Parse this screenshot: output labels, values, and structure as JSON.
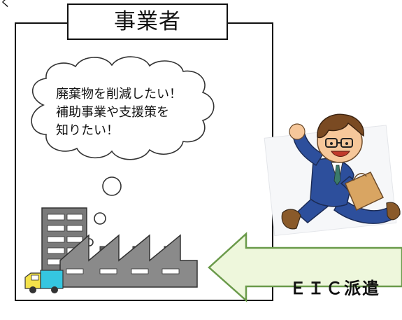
{
  "business": {
    "title": "事業者",
    "thought_lines": [
      "廃棄物を削減したい！",
      "補助事業や支援策を",
      "知りたい！"
    ]
  },
  "dispatch": {
    "label": "ＥＩＣ派遣"
  },
  "corner_mark": "く",
  "colors": {
    "arrow_fill": "#eef7dc",
    "arrow_stroke": "#6a9a4a",
    "suit_blue": "#2d4f9c",
    "factory_gray": "#8a8a8a",
    "building_gray": "#7a7a7a",
    "truck_cyan": "#35c6e0"
  }
}
